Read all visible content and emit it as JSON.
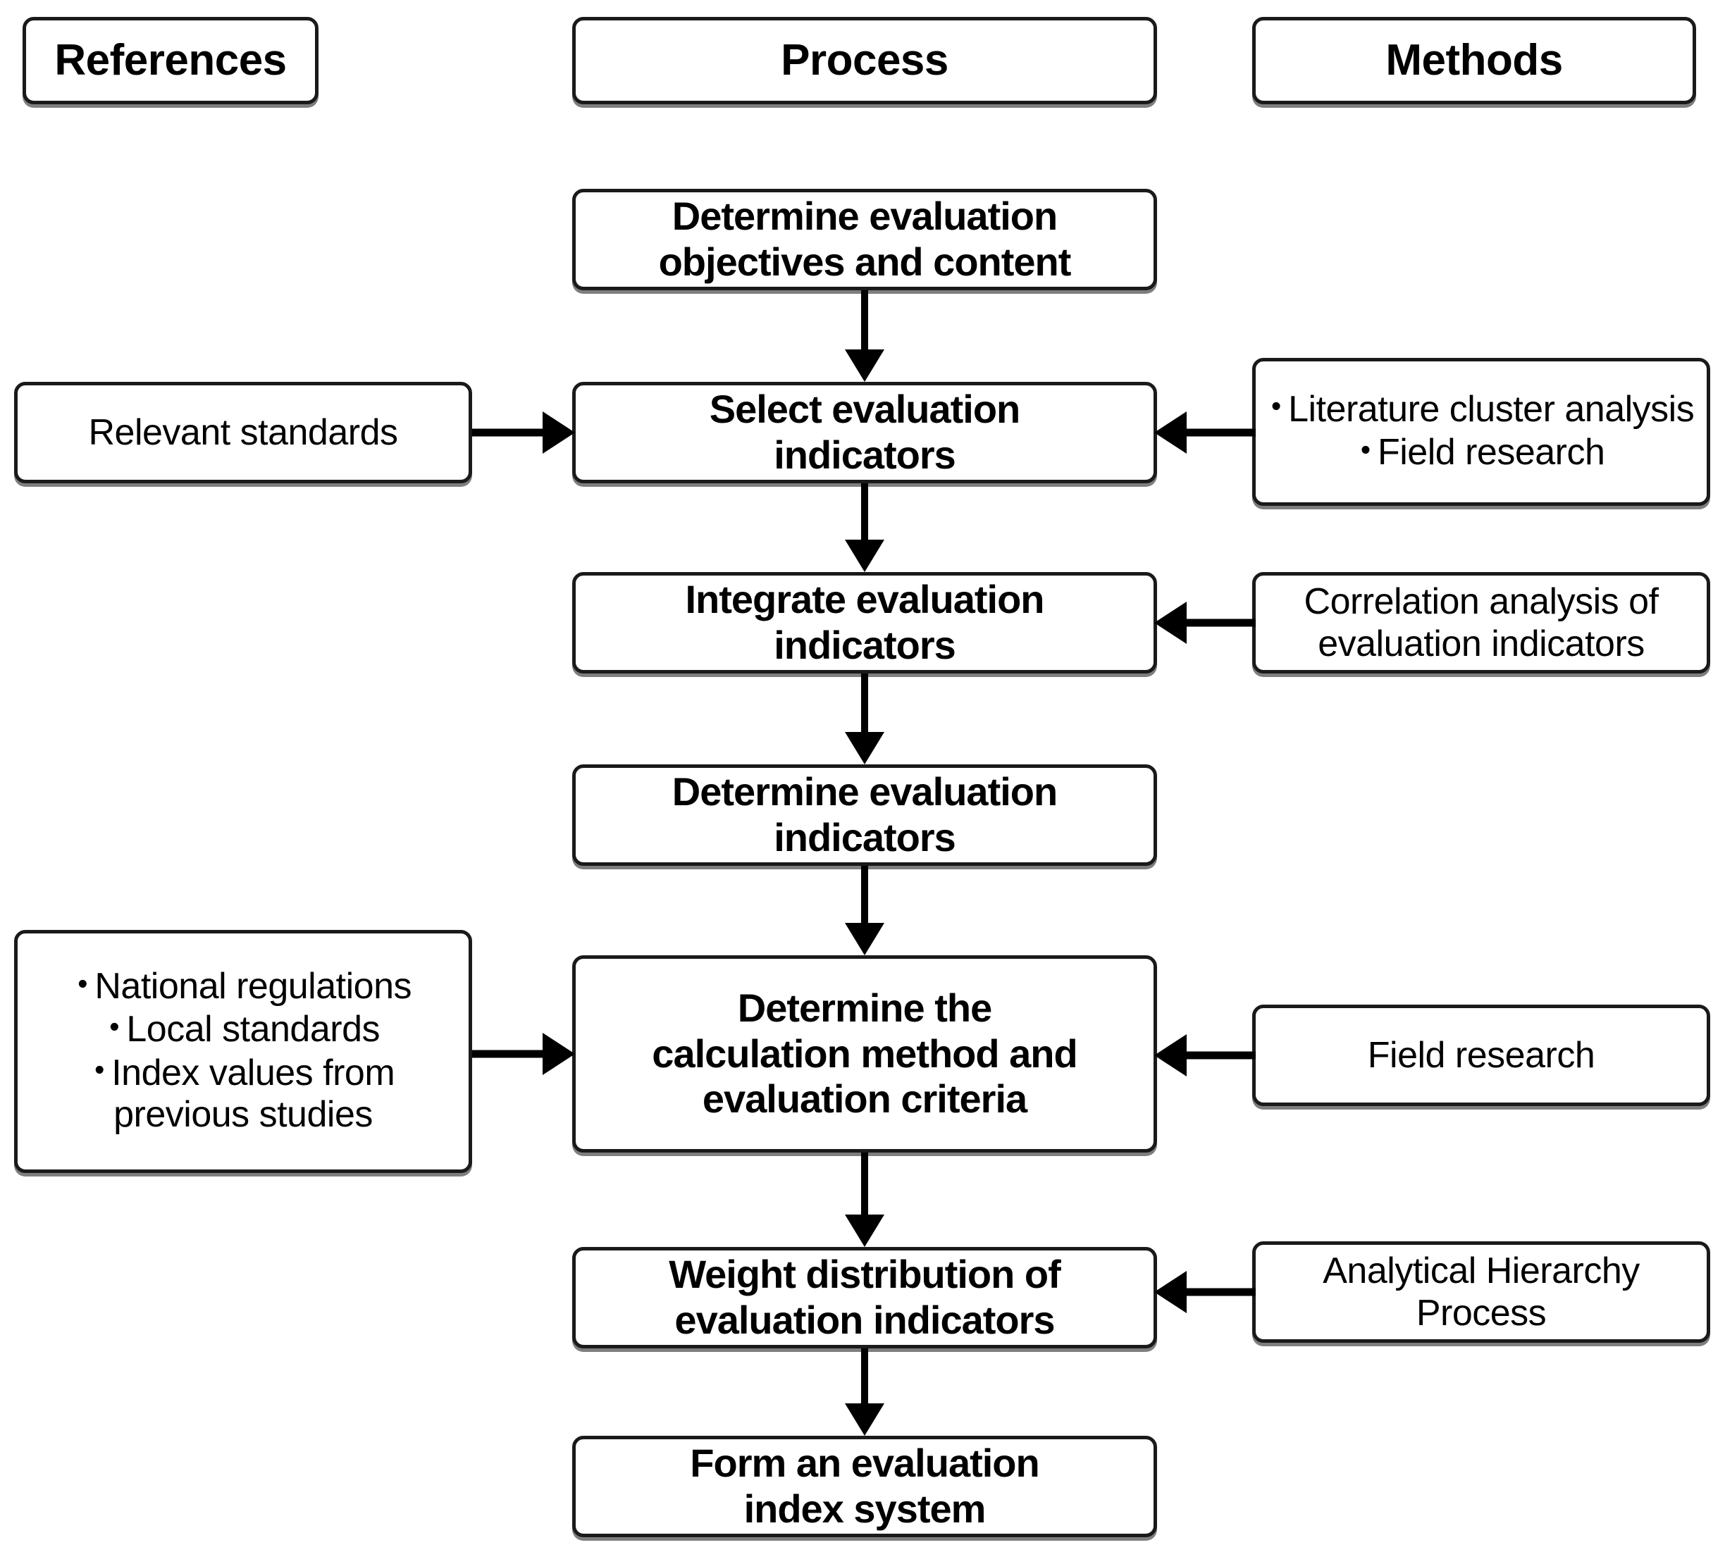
{
  "diagram": {
    "type": "flowchart",
    "title_columns": [
      {
        "id": "references",
        "label": "References"
      },
      {
        "id": "process",
        "label": "Process"
      },
      {
        "id": "methods",
        "label": "Methods"
      }
    ],
    "process_steps": [
      {
        "id": "step-1",
        "line1": "Determine evaluation",
        "line2": "objectives and content"
      },
      {
        "id": "step-2",
        "line1": "Select  evaluation",
        "line2": "indicators"
      },
      {
        "id": "step-3",
        "line1": "Integrate evaluation",
        "line2": "indicators"
      },
      {
        "id": "step-4",
        "line1": "Determine evaluation",
        "line2": "indicators"
      },
      {
        "id": "step-5",
        "line1": "Determine the",
        "line2": "calculation method and",
        "line3": "evaluation criteria"
      },
      {
        "id": "step-6",
        "line1": "Weight distribution of",
        "line2": "evaluation indicators"
      },
      {
        "id": "step-7",
        "line1": "Form an evaluation",
        "line2": "index system"
      }
    ],
    "references": [
      {
        "id": "ref-relevant-standards",
        "bulleted": false,
        "text": "Relevant standards",
        "target": "step-2"
      },
      {
        "id": "ref-regulations-standards-values",
        "bulleted": true,
        "items": [
          "National regulations",
          "Local standards",
          "Index values from previous studies"
        ],
        "target": "step-5"
      }
    ],
    "methods": [
      {
        "id": "method-literature-field",
        "bulleted": true,
        "items": [
          "Literature cluster analysis",
          "Field research"
        ],
        "target": "step-2"
      },
      {
        "id": "method-correlation-analysis",
        "bulleted": false,
        "line1": "Correlation analysis of",
        "line2": "evaluation indicators",
        "target": "step-3"
      },
      {
        "id": "method-field-research",
        "bulleted": false,
        "line1": "Field research",
        "target": "step-5"
      },
      {
        "id": "method-ahp",
        "bulleted": false,
        "line1": "Analytical Hierarchy",
        "line2": "Process",
        "target": "step-6"
      }
    ],
    "bullet_glyph": "•",
    "colors": {
      "box_border": "#1a1a1a",
      "box_fill": "#ffffff",
      "arrow": "#000000",
      "text": "#000000"
    }
  }
}
